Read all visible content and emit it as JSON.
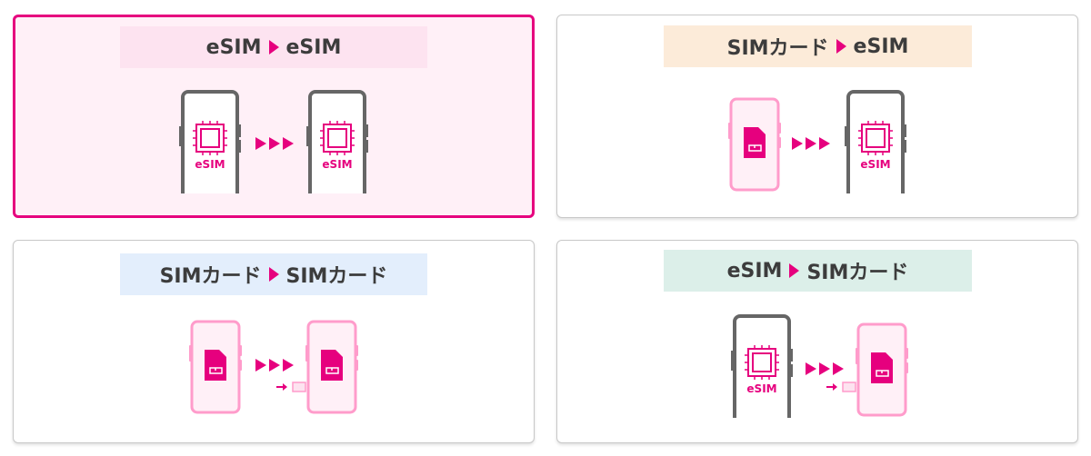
{
  "cards": [
    {
      "from": "eSIM",
      "to": "eSIM",
      "selected": true,
      "title_bg": "#fde3f0"
    },
    {
      "from": "SIMカード",
      "to": "eSIM",
      "selected": false,
      "title_bg": "#fcebd9"
    },
    {
      "from": "SIMカード",
      "to": "SIMカード",
      "selected": false,
      "title_bg": "#e3eefc"
    },
    {
      "from": "eSIM",
      "to": "SIMカード",
      "selected": false,
      "title_bg": "#dcefe9"
    }
  ],
  "esim_label": "eSIM",
  "colors": {
    "accent": "#e6007e",
    "phone_dark": "#666666",
    "phone_pink": "#ff9ccb"
  }
}
